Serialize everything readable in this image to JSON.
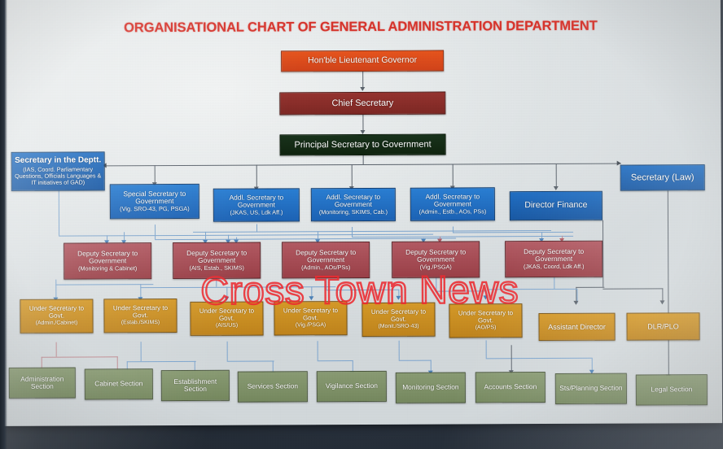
{
  "title": "ORGANISATIONAL CHART OF GENERAL ADMINISTRATION DEPARTMENT",
  "watermark": "Cross Town News",
  "colors": {
    "title": "#d8342c",
    "level_governor": "#e8551d",
    "level_chief_secretary": "#96332f",
    "level_principal_secretary": "#19331c",
    "level_secretary": "#2a7fd4",
    "level_deputy_secretary": "#b35a63",
    "level_under_secretary": "#d69a28",
    "level_section": "#8a9c74",
    "watermark": "#ee2a30"
  },
  "nodes": {
    "governor": {
      "title": "Hon'ble Lieutenant Governor",
      "sub": ""
    },
    "chief_secretary": {
      "title": "Chief Secretary",
      "sub": ""
    },
    "principal_secretary": {
      "title": "Principal Secretary to Government",
      "sub": ""
    },
    "secretary_deptt": {
      "title": "Secretary in the Deptt.",
      "sub": "(IAS, Coord. Parliamentary Questions, Officials Languages & IT initiatives of GAD)"
    },
    "secretary_law": {
      "title": "Secretary (Law)",
      "sub": ""
    },
    "director_finance": {
      "title": "Director Finance",
      "sub": ""
    },
    "special_secretary": {
      "title": "Special Secretary to Government",
      "sub": "(Vig. SRO-43, PG, PSGA)"
    },
    "addl_secretary_1": {
      "title": "Addl. Secretary to Government",
      "sub": "(JKAS, US, Ldk Aff.)"
    },
    "addl_secretary_2": {
      "title": "Addl. Secretary to Government",
      "sub": "(Monitoring, SKIMS, Cab.)"
    },
    "addl_secretary_3": {
      "title": "Addl. Secretary to Government",
      "sub": "(Admin., Estb., AOs, PSs)"
    },
    "dy_secretary_1": {
      "title": "Deputy Secretary to Government",
      "sub": "(Monitoring & Cabinet)"
    },
    "dy_secretary_2": {
      "title": "Deputy Secretary to Government",
      "sub": "(AIS, Estab., SKIMS)"
    },
    "dy_secretary_3": {
      "title": "Deputy Secretary to Government",
      "sub": "(Admin., AOs/PSs)"
    },
    "dy_secretary_4": {
      "title": "Deputy Secretary to Government",
      "sub": "(Vig./PSGA)"
    },
    "dy_secretary_5": {
      "title": "Deputy Secretary to Government",
      "sub": "(JKAS, Coord, Ldk Aff.)"
    },
    "us_1": {
      "title": "Under Secretary to Govt.",
      "sub": "(Admin./Cabinet)"
    },
    "us_2": {
      "title": "Under Secretary to Govt.",
      "sub": "(Estab./SKIMS)"
    },
    "us_3": {
      "title": "Under Secretary to Govt.",
      "sub": "(AIS/US)"
    },
    "us_4": {
      "title": "Under Secretary to Govt.",
      "sub": "(Vig./PSGA)"
    },
    "us_5": {
      "title": "Under Secretary to Govt.",
      "sub": "(Monit./SRO-43)"
    },
    "us_6": {
      "title": "Under Secretary to Govt.",
      "sub": "(AO/PS)"
    },
    "assistant_director": {
      "title": "Assistant Director",
      "sub": ""
    },
    "dlr_plo": {
      "title": "DLR/PLO",
      "sub": ""
    },
    "sec_administration": {
      "title": "Administration Section",
      "sub": ""
    },
    "sec_cabinet": {
      "title": "Cabinet Section",
      "sub": ""
    },
    "sec_establishment": {
      "title": "Establishment Section",
      "sub": ""
    },
    "sec_services": {
      "title": "Services Section",
      "sub": ""
    },
    "sec_vigilance": {
      "title": "Vigilance Section",
      "sub": ""
    },
    "sec_monitoring": {
      "title": "Monitoring Section",
      "sub": ""
    },
    "sec_accounts": {
      "title": "Accounts Section",
      "sub": ""
    },
    "sec_planning": {
      "title": "Sts/Planning Section",
      "sub": ""
    },
    "sec_legal": {
      "title": "Legal Section",
      "sub": ""
    }
  }
}
